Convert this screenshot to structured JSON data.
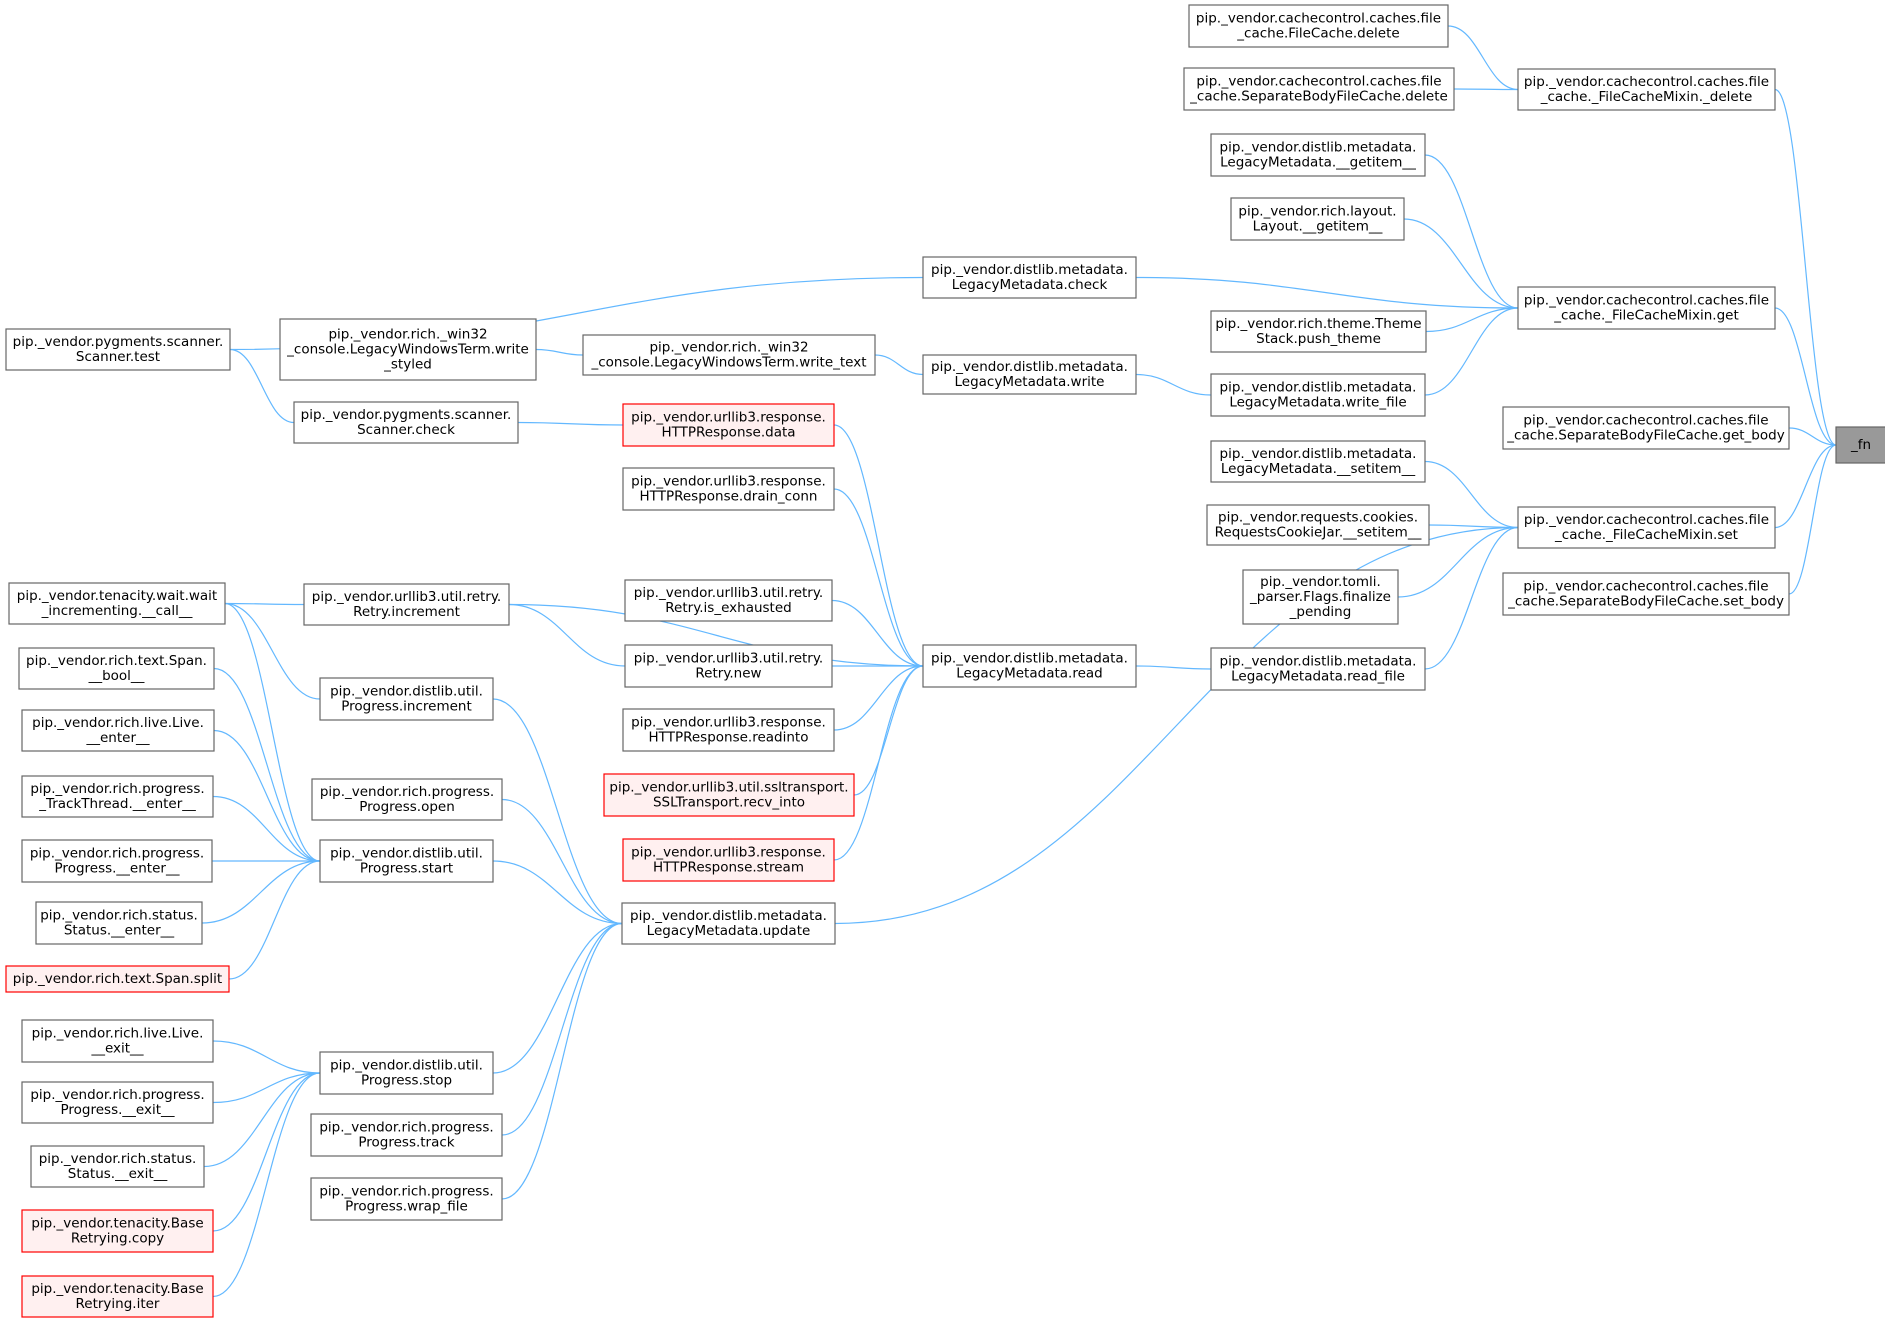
{
  "colors": {
    "edge": "#63b8ff",
    "node_border": "#666666",
    "node_fill": "#ffffff",
    "red_border": "#ff0000",
    "red_fill": "#fff0f0",
    "target_fill": "#999999"
  },
  "nodes": [
    {
      "id": "fn",
      "lines": [
        "_fn"
      ],
      "style": "target"
    },
    {
      "id": "fcdel",
      "lines": [
        "pip._vendor.cachecontrol.caches.file",
        "_cache.FileCache.delete"
      ]
    },
    {
      "id": "sbfcdel",
      "lines": [
        "pip._vendor.cachecontrol.caches.file",
        "_cache.SeparateBodyFileCache.delete"
      ]
    },
    {
      "id": "mixdel",
      "lines": [
        "pip._vendor.cachecontrol.caches.file",
        "_cache._FileCacheMixin._delete"
      ]
    },
    {
      "id": "lmgetitem",
      "lines": [
        "pip._vendor.distlib.metadata.",
        "LegacyMetadata.__getitem__"
      ]
    },
    {
      "id": "laygetitem",
      "lines": [
        "pip._vendor.rich.layout.",
        "Layout.__getitem__"
      ]
    },
    {
      "id": "lmcheck",
      "lines": [
        "pip._vendor.distlib.metadata.",
        "LegacyMetadata.check"
      ]
    },
    {
      "id": "mixget",
      "lines": [
        "pip._vendor.cachecontrol.caches.file",
        "_cache._FileCacheMixin.get"
      ]
    },
    {
      "id": "pygtest",
      "lines": [
        "pip._vendor.pygments.scanner.",
        "Scanner.test"
      ]
    },
    {
      "id": "wtstyled",
      "lines": [
        "pip._vendor.rich._win32",
        "_console.LegacyWindowsTerm.write",
        "_styled"
      ]
    },
    {
      "id": "wttext",
      "lines": [
        "pip._vendor.rich._win32",
        "_console.LegacyWindowsTerm.write_text"
      ]
    },
    {
      "id": "pushtheme",
      "lines": [
        "pip._vendor.rich.theme.Theme",
        "Stack.push_theme"
      ]
    },
    {
      "id": "lmwrite",
      "lines": [
        "pip._vendor.distlib.metadata.",
        "LegacyMetadata.write"
      ]
    },
    {
      "id": "lmwritefile",
      "lines": [
        "pip._vendor.distlib.metadata.",
        "LegacyMetadata.write_file"
      ]
    },
    {
      "id": "getbody",
      "lines": [
        "pip._vendor.cachecontrol.caches.file",
        "_cache.SeparateBodyFileCache.get_body"
      ]
    },
    {
      "id": "pygcheck",
      "lines": [
        "pip._vendor.pygments.scanner.",
        "Scanner.check"
      ]
    },
    {
      "id": "respdata",
      "lines": [
        "pip._vendor.urllib3.response.",
        "HTTPResponse.data"
      ],
      "style": "red"
    },
    {
      "id": "lmsetitem",
      "lines": [
        "pip._vendor.distlib.metadata.",
        "LegacyMetadata.__setitem__"
      ]
    },
    {
      "id": "drainconn",
      "lines": [
        "pip._vendor.urllib3.response.",
        "HTTPResponse.drain_conn"
      ]
    },
    {
      "id": "cookiesetitem",
      "lines": [
        "pip._vendor.requests.cookies.",
        "RequestsCookieJar.__setitem__"
      ]
    },
    {
      "id": "mixset",
      "lines": [
        "pip._vendor.cachecontrol.caches.file",
        "_cache._FileCacheMixin.set"
      ]
    },
    {
      "id": "tomli",
      "lines": [
        "pip._vendor.tomli.",
        "_parser.Flags.finalize",
        "_pending"
      ]
    },
    {
      "id": "setbody",
      "lines": [
        "pip._vendor.cachecontrol.caches.file",
        "_cache.SeparateBodyFileCache.set_body"
      ]
    },
    {
      "id": "waitcall",
      "lines": [
        "pip._vendor.tenacity.wait.wait",
        "_incrementing.__call__"
      ]
    },
    {
      "id": "retryinc",
      "lines": [
        "pip._vendor.urllib3.util.retry.",
        "Retry.increment"
      ]
    },
    {
      "id": "isexhausted",
      "lines": [
        "pip._vendor.urllib3.util.retry.",
        "Retry.is_exhausted"
      ]
    },
    {
      "id": "spanbool",
      "lines": [
        "pip._vendor.rich.text.Span.",
        "__bool__"
      ]
    },
    {
      "id": "progincrement",
      "lines": [
        "pip._vendor.distlib.util.",
        "Progress.increment"
      ]
    },
    {
      "id": "retrynew",
      "lines": [
        "pip._vendor.urllib3.util.retry.",
        "Retry.new"
      ]
    },
    {
      "id": "lmread",
      "lines": [
        "pip._vendor.distlib.metadata.",
        "LegacyMetadata.read"
      ]
    },
    {
      "id": "lmreadfile",
      "lines": [
        "pip._vendor.distlib.metadata.",
        "LegacyMetadata.read_file"
      ]
    },
    {
      "id": "liveenter",
      "lines": [
        "pip._vendor.rich.live.Live.",
        "__enter__"
      ]
    },
    {
      "id": "readinto",
      "lines": [
        "pip._vendor.urllib3.response.",
        "HTTPResponse.readinto"
      ]
    },
    {
      "id": "trackenter",
      "lines": [
        "pip._vendor.rich.progress.",
        "_TrackThread.__enter__"
      ]
    },
    {
      "id": "progopen",
      "lines": [
        "pip._vendor.rich.progress.",
        "Progress.open"
      ]
    },
    {
      "id": "recvinto",
      "lines": [
        "pip._vendor.urllib3.util.ssltransport.",
        "SSLTransport.recv_into"
      ],
      "style": "red"
    },
    {
      "id": "progenter",
      "lines": [
        "pip._vendor.rich.progress.",
        "Progress.__enter__"
      ]
    },
    {
      "id": "progstart",
      "lines": [
        "pip._vendor.distlib.util.",
        "Progress.start"
      ]
    },
    {
      "id": "stream",
      "lines": [
        "pip._vendor.urllib3.response.",
        "HTTPResponse.stream"
      ],
      "style": "red"
    },
    {
      "id": "statusenter",
      "lines": [
        "pip._vendor.rich.status.",
        "Status.__enter__"
      ]
    },
    {
      "id": "lmupdate",
      "lines": [
        "pip._vendor.distlib.metadata.",
        "LegacyMetadata.update"
      ]
    },
    {
      "id": "spansplit",
      "lines": [
        "pip._vendor.rich.text.Span.split"
      ],
      "style": "red"
    },
    {
      "id": "liveexit",
      "lines": [
        "pip._vendor.rich.live.Live.",
        "__exit__"
      ]
    },
    {
      "id": "progstop",
      "lines": [
        "pip._vendor.distlib.util.",
        "Progress.stop"
      ]
    },
    {
      "id": "progexit",
      "lines": [
        "pip._vendor.rich.progress.",
        "Progress.__exit__"
      ]
    },
    {
      "id": "progtrack",
      "lines": [
        "pip._vendor.rich.progress.",
        "Progress.track"
      ]
    },
    {
      "id": "statusexit",
      "lines": [
        "pip._vendor.rich.status.",
        "Status.__exit__"
      ]
    },
    {
      "id": "wrapfile",
      "lines": [
        "pip._vendor.rich.progress.",
        "Progress.wrap_file"
      ]
    },
    {
      "id": "tcopy",
      "lines": [
        "pip._vendor.tenacity.Base",
        "Retrying.copy"
      ],
      "style": "red"
    },
    {
      "id": "titer",
      "lines": [
        "pip._vendor.tenacity.Base",
        "Retrying.iter"
      ],
      "style": "red"
    }
  ],
  "edges": [
    [
      "fcdel",
      "mixdel"
    ],
    [
      "sbfcdel",
      "mixdel"
    ],
    [
      "mixdel",
      "fn"
    ],
    [
      "lmgetitem",
      "mixget"
    ],
    [
      "laygetitem",
      "mixget"
    ],
    [
      "lmcheck",
      "mixget"
    ],
    [
      "pushtheme",
      "mixget"
    ],
    [
      "lmwritefile",
      "mixget"
    ],
    [
      "mixget",
      "fn"
    ],
    [
      "pygtest",
      "lmcheck"
    ],
    [
      "wtstyled",
      "wttext"
    ],
    [
      "wttext",
      "lmwrite"
    ],
    [
      "lmwrite",
      "lmwritefile"
    ],
    [
      "getbody",
      "fn"
    ],
    [
      "pygtest",
      "pygcheck"
    ],
    [
      "respdata",
      "pygcheck"
    ],
    [
      "lmsetitem",
      "mixset"
    ],
    [
      "cookiesetitem",
      "mixset"
    ],
    [
      "tomli",
      "mixset"
    ],
    [
      "lmreadfile",
      "mixset"
    ],
    [
      "lmupdate",
      "mixset"
    ],
    [
      "mixset",
      "fn"
    ],
    [
      "setbody",
      "fn"
    ],
    [
      "lmread",
      "respdata"
    ],
    [
      "lmread",
      "drainconn"
    ],
    [
      "lmread",
      "retryinc"
    ],
    [
      "lmread",
      "isexhausted"
    ],
    [
      "lmread",
      "retrynew"
    ],
    [
      "lmread",
      "readinto"
    ],
    [
      "lmread",
      "recvinto"
    ],
    [
      "lmread",
      "stream"
    ],
    [
      "lmread",
      "lmreadfile"
    ],
    [
      "retryinc",
      "waitcall"
    ],
    [
      "retrynew",
      "retryinc"
    ],
    [
      "progincrement",
      "waitcall"
    ],
    [
      "progstart",
      "waitcall"
    ],
    [
      "spanbool",
      "progstart"
    ],
    [
      "liveenter",
      "progstart"
    ],
    [
      "trackenter",
      "progstart"
    ],
    [
      "progenter",
      "progstart"
    ],
    [
      "statusenter",
      "progstart"
    ],
    [
      "spansplit",
      "progstart"
    ],
    [
      "lmupdate",
      "progincrement"
    ],
    [
      "lmupdate",
      "progopen"
    ],
    [
      "lmupdate",
      "progstart"
    ],
    [
      "lmupdate",
      "progstop"
    ],
    [
      "lmupdate",
      "progtrack"
    ],
    [
      "lmupdate",
      "wrapfile"
    ],
    [
      "liveexit",
      "progstop"
    ],
    [
      "progexit",
      "progstop"
    ],
    [
      "statusexit",
      "progstop"
    ],
    [
      "tcopy",
      "progstop"
    ],
    [
      "titer",
      "progstop"
    ]
  ]
}
